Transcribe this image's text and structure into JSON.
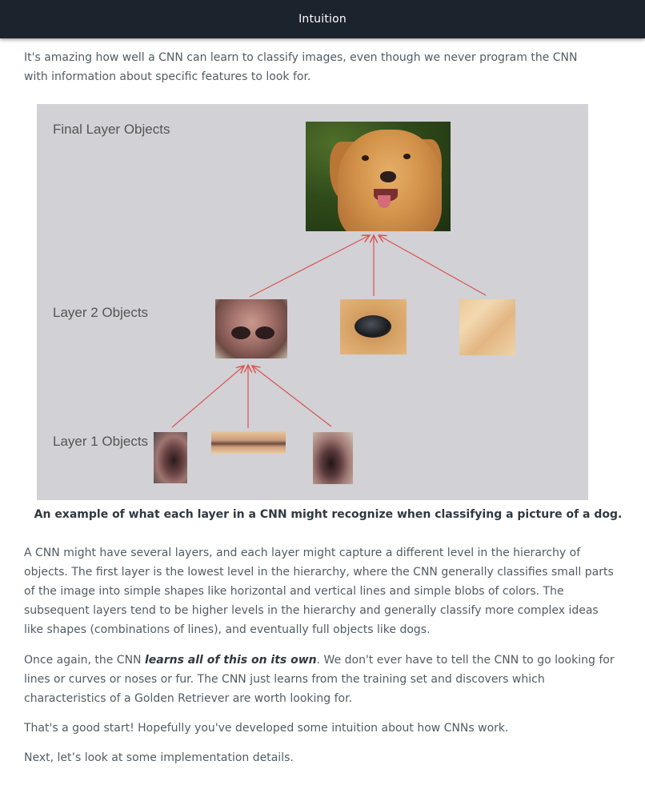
{
  "header": {
    "title": "Intuition"
  },
  "intro": "It's amazing how well a CNN can learn to classify images, even though we never program the CNN with information about specific features to look for.",
  "figure": {
    "labels": {
      "final": "Final Layer Objects",
      "layer2": "Layer 2 Objects",
      "layer1": "Layer 1 Objects"
    },
    "arrow_color": "#d9534f",
    "caption": "An example of what each layer in a CNN might recognize when classifying a picture of a dog."
  },
  "body": {
    "p2": "A CNN might have several layers, and each layer might capture a different level in the hierarchy of objects. The first layer is the lowest level in the hierarchy, where the CNN generally classifies small parts of the image into simple shapes like horizontal and vertical lines and simple blobs of colors. The subsequent layers tend to be higher levels in the hierarchy and generally classify more complex ideas like shapes (combinations of lines), and eventually full objects like dogs.",
    "p3_before": "Once again, the CNN ",
    "p3_emphasis": "learns all of this on its own",
    "p3_after": ". We don't ever have to tell the CNN to go looking for lines or curves or noses or fur. The CNN just learns from the training set and discovers which characteristics of a Golden Retriever are worth looking for.",
    "p4": "That's a good start! Hopefully you've developed some intuition about how CNNs work.",
    "p5": "Next, let’s look at some implementation details."
  }
}
